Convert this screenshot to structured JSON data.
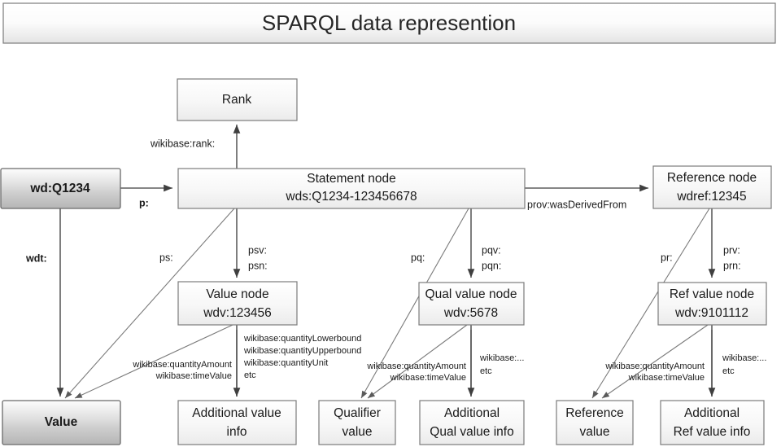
{
  "title": {
    "text": "SPARQL data represention"
  },
  "colors": {
    "page_background": "#ffffff",
    "box_border": "#7b7b7b",
    "box_fill_top": "#ffffff",
    "box_fill_bottom": "#ebebeb",
    "entity_fill_top": "#fcfcfc",
    "entity_fill_bottom": "#bdbdbd",
    "title_fill_top": "#ffffff",
    "title_fill_bottom": "#e6e6e6",
    "connector": "#3f3f3f",
    "connector_thin": "#7a7a7a",
    "text": "#1a1a1a"
  },
  "nodes": {
    "rank": {
      "line1": "Rank",
      "line2": ""
    },
    "entity": {
      "line1": "wd:Q1234",
      "line2": ""
    },
    "statement": {
      "line1": "Statement node",
      "line2": "wds:Q1234-123456678"
    },
    "reference_node": {
      "line1": "Reference node",
      "line2": "wdref:12345"
    },
    "value_node": {
      "line1": "Value node",
      "line2": "wdv:123456"
    },
    "qual_value_node": {
      "line1": "Qual value node",
      "line2": "wdv:5678"
    },
    "ref_value_node": {
      "line1": "Ref value node",
      "line2": "wdv:9101112"
    },
    "value": {
      "line1": "Value",
      "line2": ""
    },
    "additional_value_info": {
      "line1": "Additional value",
      "line2": "info"
    },
    "qualifier_value": {
      "line1": "Qualifier",
      "line2": "value"
    },
    "additional_qual_value_info": {
      "line1": "Additional",
      "line2": "Qual value info"
    },
    "reference_value": {
      "line1": "Reference",
      "line2": "value"
    },
    "additional_ref_value_info": {
      "line1": "Additional",
      "line2": "Ref value info"
    }
  },
  "edge_labels": {
    "p": "p:",
    "wdt": "wdt:",
    "wikibase_rank": "wikibase:rank:",
    "prov_was_derived_from": "prov:wasDerivedFrom",
    "ps": "ps:",
    "psv": "psv:",
    "psn": "psn:",
    "pq": "pq:",
    "pqv": "pqv:",
    "pqn": "pqn:",
    "pr": "pr:",
    "prv": "prv:",
    "prn": "prn:"
  },
  "annotations": {
    "value_props": {
      "line1": "wikibase:quantityAmount",
      "line2": "wikibase:timeValue"
    },
    "additional_value_props": {
      "line1": "wikibase:quantityLowerbound",
      "line2": "wikibase:quantityUpperbound",
      "line3": "wikibase:quantityUnit",
      "line4": "etc"
    },
    "qual_value_props": {
      "line1": "wikibase:quantityAmount",
      "line2": "wikibase:timeValue"
    },
    "additional_qual_value_props": {
      "line1": "wikibase:...",
      "line2": "etc"
    },
    "ref_value_props": {
      "line1": "wikibase:quantityAmount",
      "line2": "wikibase:timeValue"
    },
    "additional_ref_value_props": {
      "line1": "wikibase:...",
      "line2": "etc"
    }
  }
}
